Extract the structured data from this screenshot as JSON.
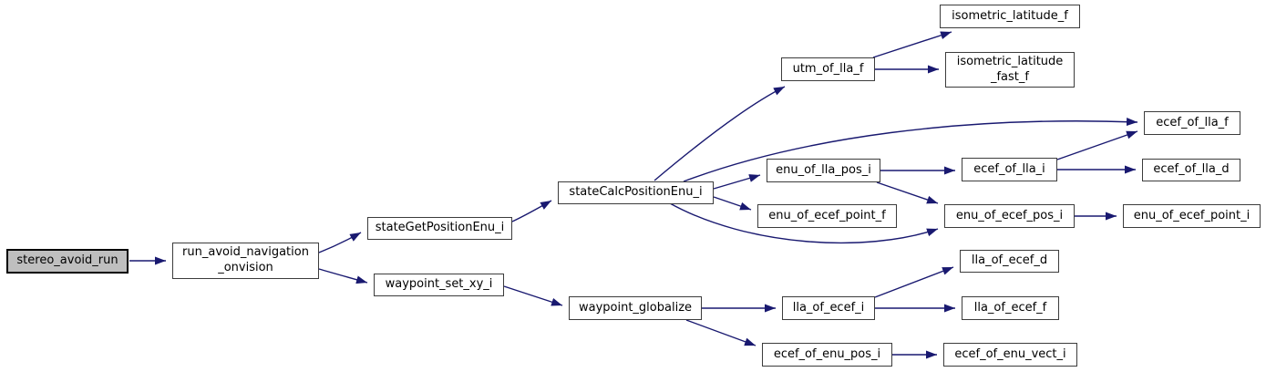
{
  "diagram": {
    "kind": "doxygen-call-graph",
    "colors": {
      "background": "#ffffff",
      "edge": "#191970",
      "node_border": "#3c3c3c",
      "node_fill": "#ffffff",
      "highlight_node_fill": "#bfbfbf",
      "text": "#000000"
    },
    "nodes": [
      {
        "id": "stereo_avoid_run",
        "label": "stereo_avoid_run",
        "highlight": true
      },
      {
        "id": "run_avoid_navigation_onvision",
        "label": "run_avoid_navigation\n_onvision"
      },
      {
        "id": "stateGetPositionEnu_i",
        "label": "stateGetPositionEnu_i"
      },
      {
        "id": "waypoint_set_xy_i",
        "label": "waypoint_set_xy_i"
      },
      {
        "id": "stateCalcPositionEnu_i",
        "label": "stateCalcPositionEnu_i"
      },
      {
        "id": "waypoint_globalize",
        "label": "waypoint_globalize"
      },
      {
        "id": "utm_of_lla_f",
        "label": "utm_of_lla_f"
      },
      {
        "id": "isometric_latitude_f",
        "label": "isometric_latitude_f"
      },
      {
        "id": "isometric_latitude_fast_f",
        "label": "isometric_latitude\n_fast_f"
      },
      {
        "id": "enu_of_lla_pos_i",
        "label": "enu_of_lla_pos_i"
      },
      {
        "id": "ecef_of_lla_i",
        "label": "ecef_of_lla_i"
      },
      {
        "id": "ecef_of_lla_f",
        "label": "ecef_of_lla_f"
      },
      {
        "id": "ecef_of_lla_d",
        "label": "ecef_of_lla_d"
      },
      {
        "id": "enu_of_ecef_point_f",
        "label": "enu_of_ecef_point_f"
      },
      {
        "id": "enu_of_ecef_pos_i",
        "label": "enu_of_ecef_pos_i"
      },
      {
        "id": "enu_of_ecef_point_i",
        "label": "enu_of_ecef_point_i"
      },
      {
        "id": "lla_of_ecef_i",
        "label": "lla_of_ecef_i"
      },
      {
        "id": "lla_of_ecef_d",
        "label": "lla_of_ecef_d"
      },
      {
        "id": "lla_of_ecef_f",
        "label": "lla_of_ecef_f"
      },
      {
        "id": "ecef_of_enu_pos_i",
        "label": "ecef_of_enu_pos_i"
      },
      {
        "id": "ecef_of_enu_vect_i",
        "label": "ecef_of_enu_vect_i"
      }
    ],
    "edges": [
      {
        "from": "stereo_avoid_run",
        "to": "run_avoid_navigation_onvision"
      },
      {
        "from": "run_avoid_navigation_onvision",
        "to": "stateGetPositionEnu_i"
      },
      {
        "from": "run_avoid_navigation_onvision",
        "to": "waypoint_set_xy_i"
      },
      {
        "from": "stateGetPositionEnu_i",
        "to": "stateCalcPositionEnu_i"
      },
      {
        "from": "waypoint_set_xy_i",
        "to": "waypoint_globalize"
      },
      {
        "from": "stateCalcPositionEnu_i",
        "to": "utm_of_lla_f"
      },
      {
        "from": "stateCalcPositionEnu_i",
        "to": "ecef_of_lla_f"
      },
      {
        "from": "stateCalcPositionEnu_i",
        "to": "enu_of_lla_pos_i"
      },
      {
        "from": "stateCalcPositionEnu_i",
        "to": "enu_of_ecef_point_f"
      },
      {
        "from": "stateCalcPositionEnu_i",
        "to": "enu_of_ecef_pos_i"
      },
      {
        "from": "utm_of_lla_f",
        "to": "isometric_latitude_f"
      },
      {
        "from": "utm_of_lla_f",
        "to": "isometric_latitude_fast_f"
      },
      {
        "from": "enu_of_lla_pos_i",
        "to": "ecef_of_lla_i"
      },
      {
        "from": "enu_of_lla_pos_i",
        "to": "enu_of_ecef_pos_i"
      },
      {
        "from": "ecef_of_lla_i",
        "to": "ecef_of_lla_f"
      },
      {
        "from": "ecef_of_lla_i",
        "to": "ecef_of_lla_d"
      },
      {
        "from": "enu_of_ecef_pos_i",
        "to": "enu_of_ecef_point_i"
      },
      {
        "from": "waypoint_globalize",
        "to": "lla_of_ecef_i"
      },
      {
        "from": "waypoint_globalize",
        "to": "ecef_of_enu_pos_i"
      },
      {
        "from": "lla_of_ecef_i",
        "to": "lla_of_ecef_d"
      },
      {
        "from": "lla_of_ecef_i",
        "to": "lla_of_ecef_f"
      },
      {
        "from": "ecef_of_enu_pos_i",
        "to": "ecef_of_enu_vect_i"
      }
    ]
  }
}
